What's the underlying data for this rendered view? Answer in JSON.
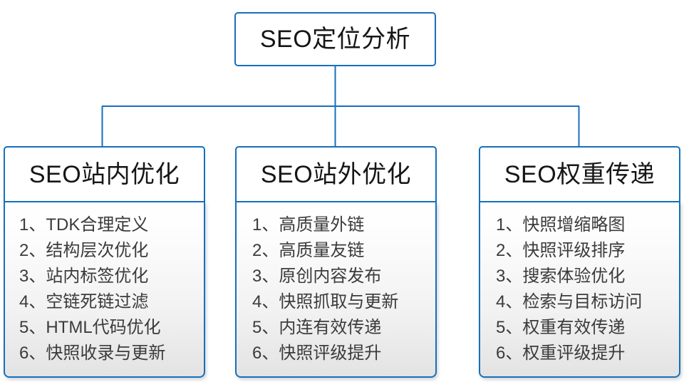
{
  "diagram": {
    "type": "org-tree",
    "root": {
      "label": "SEO定位分析"
    },
    "branches": [
      {
        "title": "SEO站内优化",
        "items": [
          "1、TDK合理定义",
          "2、结构层次优化",
          "3、站内标签优化",
          "4、空链死链过滤",
          "5、HTML代码优化",
          "6、快照收录与更新"
        ]
      },
      {
        "title": "SEO站外优化",
        "items": [
          "1、高质量外链",
          "2、高质量友链",
          "3、原创内容发布",
          "4、快照抓取与更新",
          "5、内连有效传递",
          "6、快照评级提升"
        ]
      },
      {
        "title": "SEO权重传递",
        "items": [
          "1、快照增缩略图",
          "2、快照评级排序",
          "3、搜索体验优化",
          "4、检索与目标访问",
          "5、权重有效传递",
          "6、权重评级提升"
        ]
      }
    ],
    "colors": {
      "connector": "#1570bd",
      "border": "#1570bd",
      "title_text": "#161616",
      "item_text": "#3b3b3b",
      "header_fill": "#ffffff",
      "body_fill_top": "#ffffff",
      "body_fill_bottom": "#e3e3e3",
      "background": "#ffffff"
    }
  }
}
